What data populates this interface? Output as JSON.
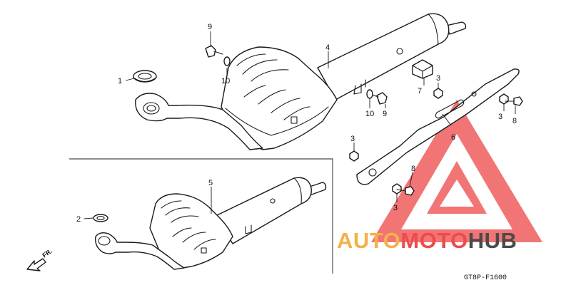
{
  "callouts": {
    "c1": "1",
    "c2": "2",
    "c3a": "3",
    "c3b": "3",
    "c3c": "3",
    "c3d": "3",
    "c4": "4",
    "c5": "5",
    "c6": "6",
    "c7": "7",
    "c8a": "8",
    "c8b": "8",
    "c9a": "9",
    "c9b": "9",
    "c10a": "10",
    "c10b": "10"
  },
  "direction_label": "FR.",
  "diagram_code": "GT8P-F1600",
  "watermark": {
    "part1": "AUTO",
    "part2": "MOTO",
    "part3": "HUB",
    "color_orange": "#f5b04a",
    "color_red": "#ee4b4b",
    "color_grey": "#4a4a4a"
  }
}
